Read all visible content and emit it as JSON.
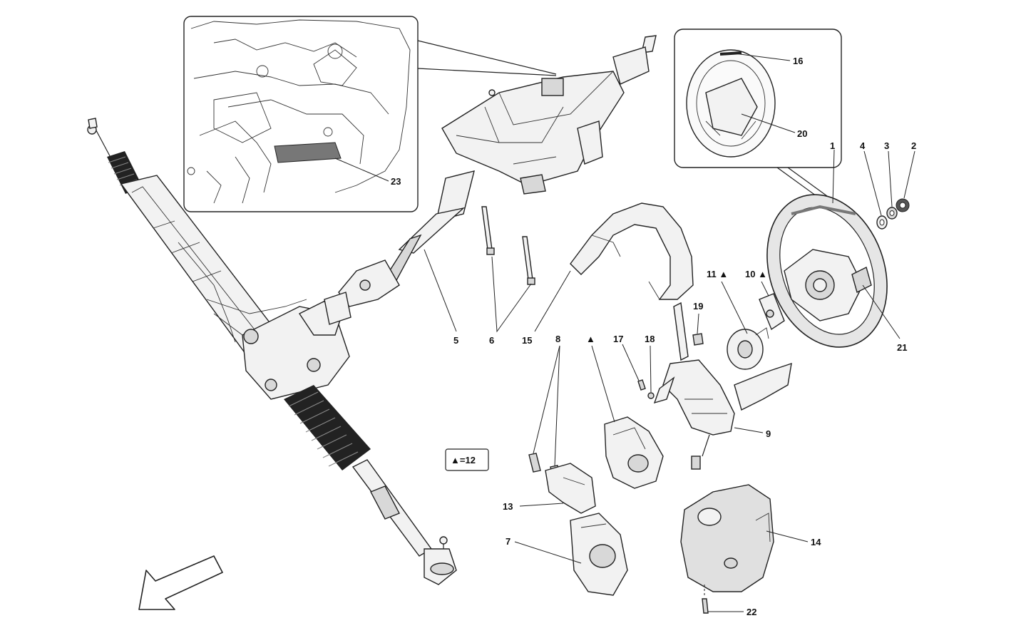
{
  "callouts": {
    "c1": "1",
    "c2": "2",
    "c3": "3",
    "c4": "4",
    "c5": "5",
    "c6": "6",
    "c7": "7",
    "c8": "8",
    "c9": "9",
    "c10": "10 ▲",
    "c11": "11 ▲",
    "c13": "13",
    "c14": "14",
    "c15": "15",
    "c16": "16",
    "c17": "17",
    "c18": "18",
    "c19": "19",
    "c20": "20",
    "c21": "21",
    "c22": "22",
    "c23": "23",
    "triangle": "▲"
  },
  "legend": {
    "text": "▲=12"
  },
  "colors": {
    "ink": "#222222",
    "background": "#ffffff"
  },
  "icons": {
    "direction": "front-direction-arrow-icon",
    "marker": "triangle-marker-icon"
  }
}
